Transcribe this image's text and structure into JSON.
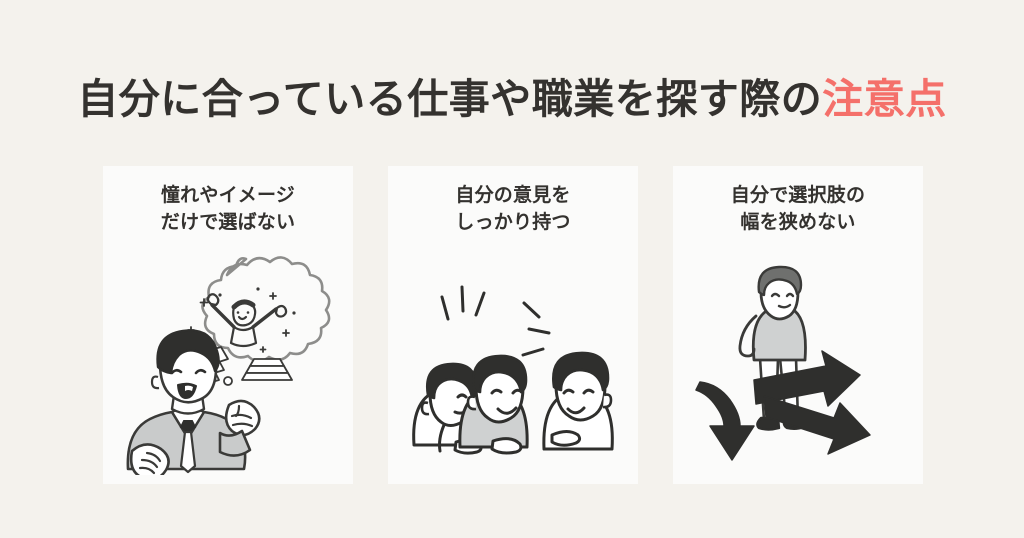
{
  "slide": {
    "background_color": "#f4f2ed",
    "card_background_color": "#fbfbfa",
    "text_color": "#34322f",
    "accent_color": "#f4706a"
  },
  "title": {
    "full_text": "自分に合っている仕事や職業を探す際の注意点",
    "lead": "自分に合っている仕事や職業を探す際の",
    "accent": "注意点"
  },
  "cards": [
    {
      "title_line1": "憧れやイメージ",
      "title_line2": "だけで選ばない",
      "illustration_name": "businessman-daydreaming-of-money",
      "illustration_alt": "スーツ姿の男性が拳を握り、お金や金塊で喜ぶ自分を思い描く吹き出し"
    },
    {
      "title_line1": "自分の意見を",
      "title_line2": "しっかり持つ",
      "illustration_name": "three-people-talking",
      "illustration_alt": "三人の人物が会話し、中央の人物が意見を主張している"
    },
    {
      "title_line1": "自分で選択肢の",
      "title_line2": "幅を狭めない",
      "illustration_name": "person-at-branching-arrows",
      "illustration_alt": "立つ人物の足元から三方向に分かれる矢印"
    }
  ]
}
